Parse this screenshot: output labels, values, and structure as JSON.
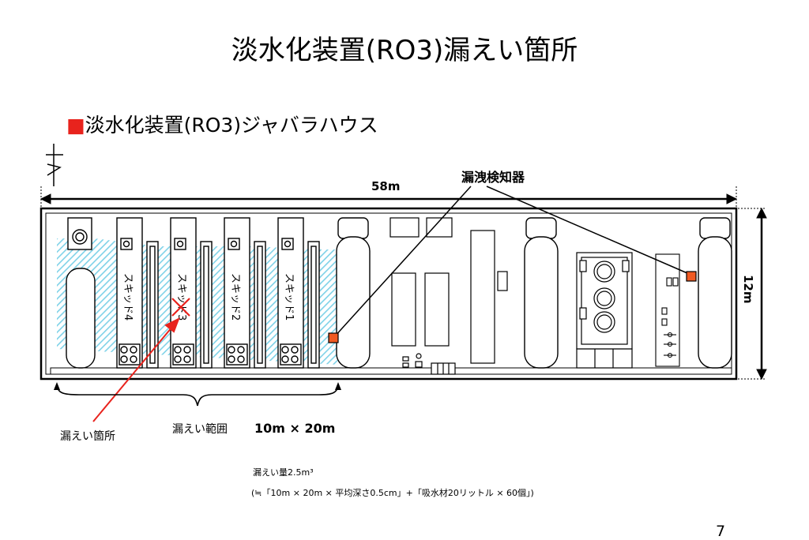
{
  "title": "淡水化装置(RO3)漏えい箇所",
  "subtitle": {
    "bullet": "■",
    "text": "淡水化装置(RO3)ジャバラハウス"
  },
  "labels": {
    "leak_detector": "漏洩検知器",
    "width": "58m",
    "height": "12m",
    "leak_point": "漏えい箇所",
    "leak_range": "漏えい範囲",
    "leak_range_size": "10m × 20m",
    "leak_amount": "漏えい量2.5m³",
    "leak_calc": "(≒「10m × 20m × 平均深さ0.5cm」+「吸水材20リットル × 60個」)"
  },
  "skids": [
    {
      "label": "スキッド4"
    },
    {
      "label": "スキッド3"
    },
    {
      "label": "スキッド2"
    },
    {
      "label": "スキッド1"
    }
  ],
  "colors": {
    "detector": "#f05a22",
    "leak_marker": "#e8231d",
    "leak_area": "#7fd2e8"
  },
  "page_number": "7"
}
